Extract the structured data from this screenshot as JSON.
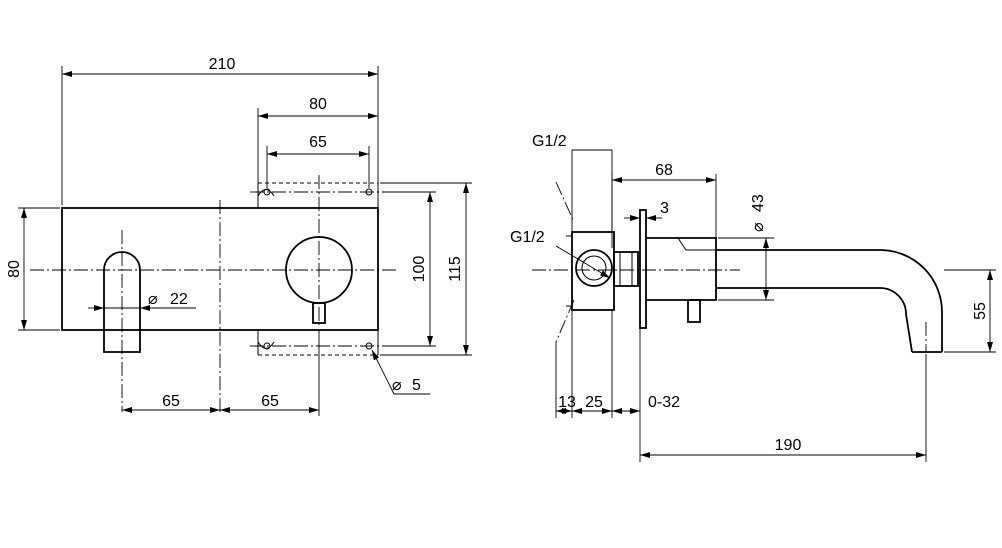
{
  "front_view": {
    "overall_width": "210",
    "plate_height": "80",
    "mount_outer": "80",
    "mount_inner": "65",
    "height_100": "100",
    "height_115": "115",
    "spout_dia": "22",
    "hole_dia": "5",
    "offset_left": "65",
    "offset_right": "65"
  },
  "side_view": {
    "thread_top": "G1/2",
    "thread_body": "G1/2",
    "spout_length": "68",
    "plate_thickness": "3",
    "spout_dia": "43",
    "drop_height": "55",
    "dim_13": "13",
    "dim_25": "25",
    "adjust_range": "0-32",
    "total_reach": "190"
  },
  "symbols": {
    "diameter": "⌀"
  }
}
